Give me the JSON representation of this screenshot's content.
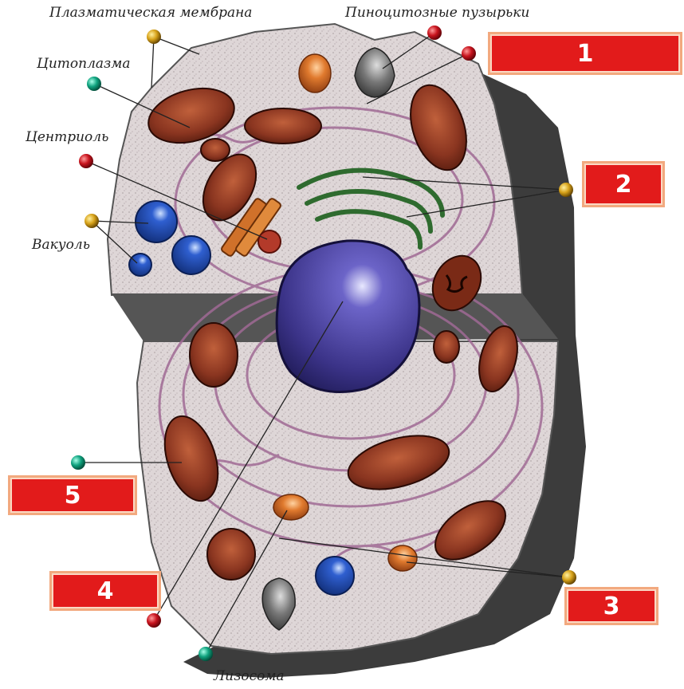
{
  "labels": {
    "plasma_membrane": "Плазматическая мембрана",
    "pinocytic_vesicles": "Пиноцитозные пузырьки",
    "cytoplasm": "Цитоплазма",
    "centriole": "Центриоль",
    "vacuole": "Вакуоль",
    "lysosome": "Лизосома"
  },
  "boxes": {
    "b1": "1",
    "b2": "2",
    "b3": "3",
    "b4": "4",
    "b5": "5"
  },
  "colors": {
    "box_fill": "#e21b1b",
    "box_border": "#f2a97f",
    "cell_gray": "#3a3a3a",
    "cytoplasm": "#ddd5d6",
    "er": "#a06a95",
    "nucleus": "#3f3a8a",
    "golgi": "#2f6b2f",
    "mitochondria": "#7d2f1c"
  }
}
